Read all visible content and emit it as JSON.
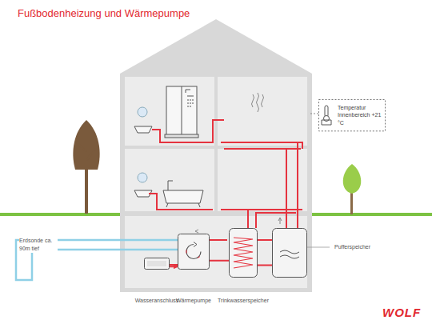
{
  "diagram": {
    "title": "Fußbodenheizung und Wärmepumpe",
    "nodes": [
      {
        "text": [
          "Wasseranschluss"
        ]
      },
      {
        "text": [
          "Wärmepumpe"
        ]
      },
      {
        "text": [
          "Trinkwasserspeicher"
        ]
      },
      {
        "text": [
          "Pufferspeicher"
        ]
      },
      {
        "text": [
          "Temperatur Innenbereich +21 °C"
        ]
      }
    ],
    "edges": [
      {
        "from": 0,
        "to": 1,
        "arrow": "to"
      },
      {
        "from": 1,
        "to": 2,
        "arrow": "none"
      },
      {
        "from": 2,
        "to": 3,
        "arrow": "none"
      }
    ],
    "labels": [
      "Erdsonde ca. 90m tief",
      "WOLF"
    ]
  }
}
